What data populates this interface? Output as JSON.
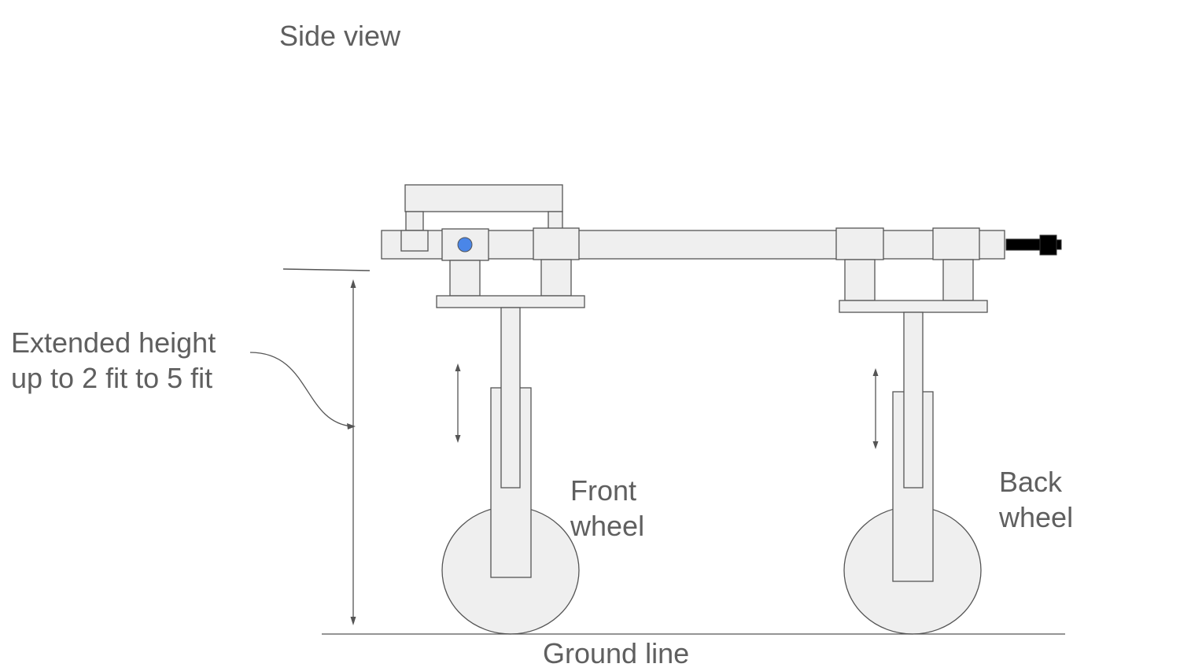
{
  "labels": {
    "title": "Side view",
    "height_line1": "Extended height",
    "height_line2": "up to 2 fit to 5 fit",
    "front_line1": "Front",
    "front_line2": "wheel",
    "back_line1": "Back",
    "back_line2": "wheel",
    "ground": "Ground line"
  },
  "colors": {
    "part_fill": "#efefef",
    "outline": "#555555",
    "text": "#5f5f5f",
    "pin": "#4a86e8",
    "connector": "#000000"
  },
  "icons": {
    "pin": "blue-circle-pin",
    "connector": "black-cable-connector"
  }
}
